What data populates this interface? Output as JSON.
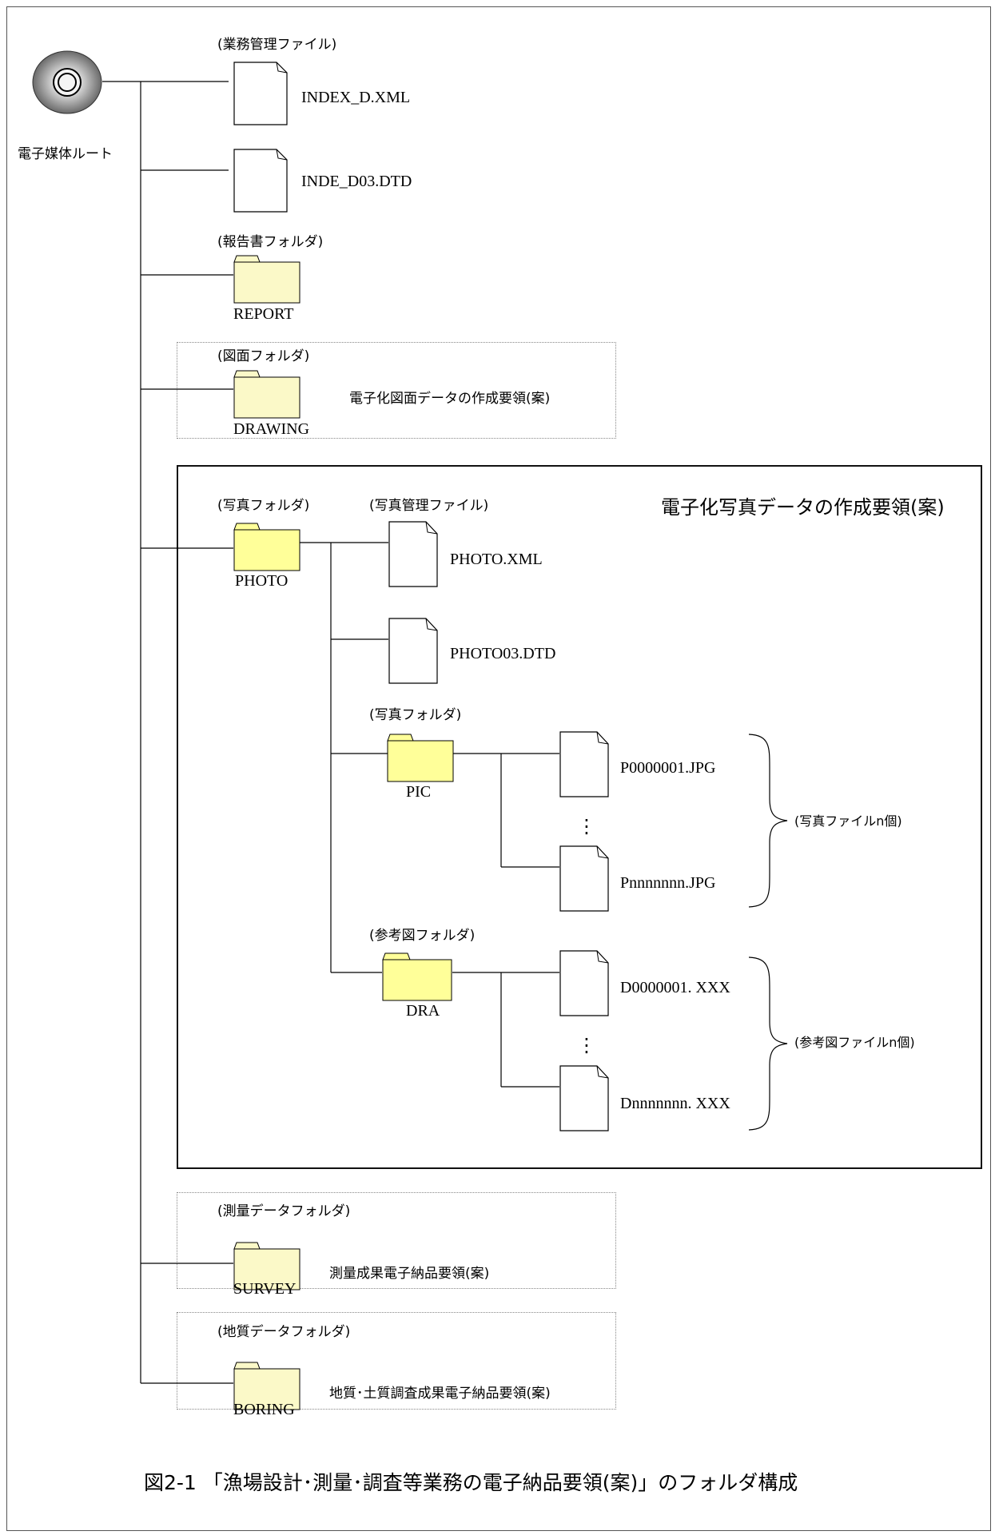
{
  "root": {
    "label": "電子媒体ルート",
    "icon": "cd-disc-icon"
  },
  "management_file": {
    "category": "(業務管理ファイル)",
    "files": [
      "INDEX_D.XML",
      "INDE_D03.DTD"
    ]
  },
  "report": {
    "category": "(報告書フォルダ)",
    "name": "REPORT"
  },
  "drawing": {
    "category": "(図面フォルダ)",
    "name": "DRAWING",
    "guideline": "電子化図面データの作成要領(案)"
  },
  "photo": {
    "guideline": "電子化写真データの作成要領(案)",
    "folder_category": "(写真フォルダ)",
    "folder_name": "PHOTO",
    "management_category": "(写真管理ファイル)",
    "files": [
      "PHOTO.XML",
      "PHOTO03.DTD"
    ],
    "pic": {
      "category": "(写真フォルダ)",
      "name": "PIC",
      "first": "P0000001.JPG",
      "last": "Pnnnnnnn.JPG",
      "group_label": "(写真ファイルn個)"
    },
    "dra": {
      "category": "(参考図フォルダ)",
      "name": "DRA",
      "first": "D0000001. XXX",
      "last": "Dnnnnnnn. XXX",
      "group_label": "(参考図ファイルn個)"
    },
    "ellipsis": "⋮"
  },
  "survey": {
    "category": "(測量データフォルダ)",
    "name": "SURVEY",
    "guideline": "測量成果電子納品要領(案)"
  },
  "boring": {
    "category": "(地質データフォルダ)",
    "name": "BORING",
    "guideline": "地質･土質調査成果電子納品要領(案)"
  },
  "caption": "図2‐1 「漁場設計･測量･調査等業務の電子納品要領(案)」のフォルダ構成",
  "colors": {
    "folder_solid": "#ffff99",
    "folder_hatched": "#fbf9c8",
    "stroke": "#000000"
  }
}
